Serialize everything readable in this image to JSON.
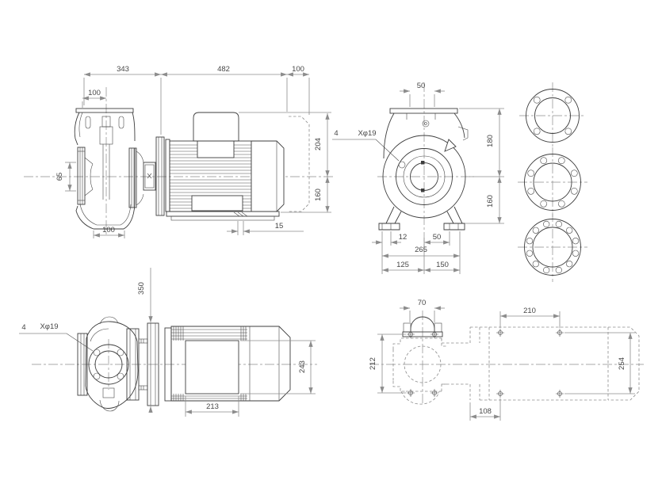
{
  "drawing_type": "pump-dimensional-drawing",
  "colors": {
    "background": "#ffffff",
    "object_line": "#3d3d3d",
    "dimension_line": "#8c8c8c",
    "text": "#474747"
  },
  "views": {
    "side": {
      "label": "side-elevation",
      "length_pump": "343",
      "length_motor": "482",
      "length_shaft_removal": "100",
      "discharge_flange_width": "100",
      "suction_branch": "65",
      "height_above_axis": "204",
      "height_below_axis": "160",
      "casing_base_width": "100",
      "foot_offset": "15"
    },
    "front": {
      "label": "end-view",
      "discharge_port_width": "50",
      "holes_qty": "4",
      "holes_spec": "Xφ19",
      "height_above_axis": "180",
      "height_below_axis": "160",
      "foot_slot_width": "12",
      "foot_slot_offset": "50",
      "foot_span": "265",
      "span_left_of_axis": "125",
      "span_right_of_axis": "150"
    },
    "flanges": {
      "label": "flange-drilling-patterns",
      "hole_counts": [
        4,
        8,
        12
      ]
    },
    "plan": {
      "label": "plan-view",
      "flange_face_height": "350",
      "motor_block_width": "243",
      "motor_block_length": "213",
      "holes_qty": "4",
      "holes_spec": "Xφ19"
    },
    "footprint": {
      "label": "base-plan-outline",
      "port_width": "70",
      "bolt_pitch_length": "210",
      "bolt_pitch_front": "212",
      "bolt_pitch_rear": "254",
      "bolt_offset_length": "108"
    }
  }
}
